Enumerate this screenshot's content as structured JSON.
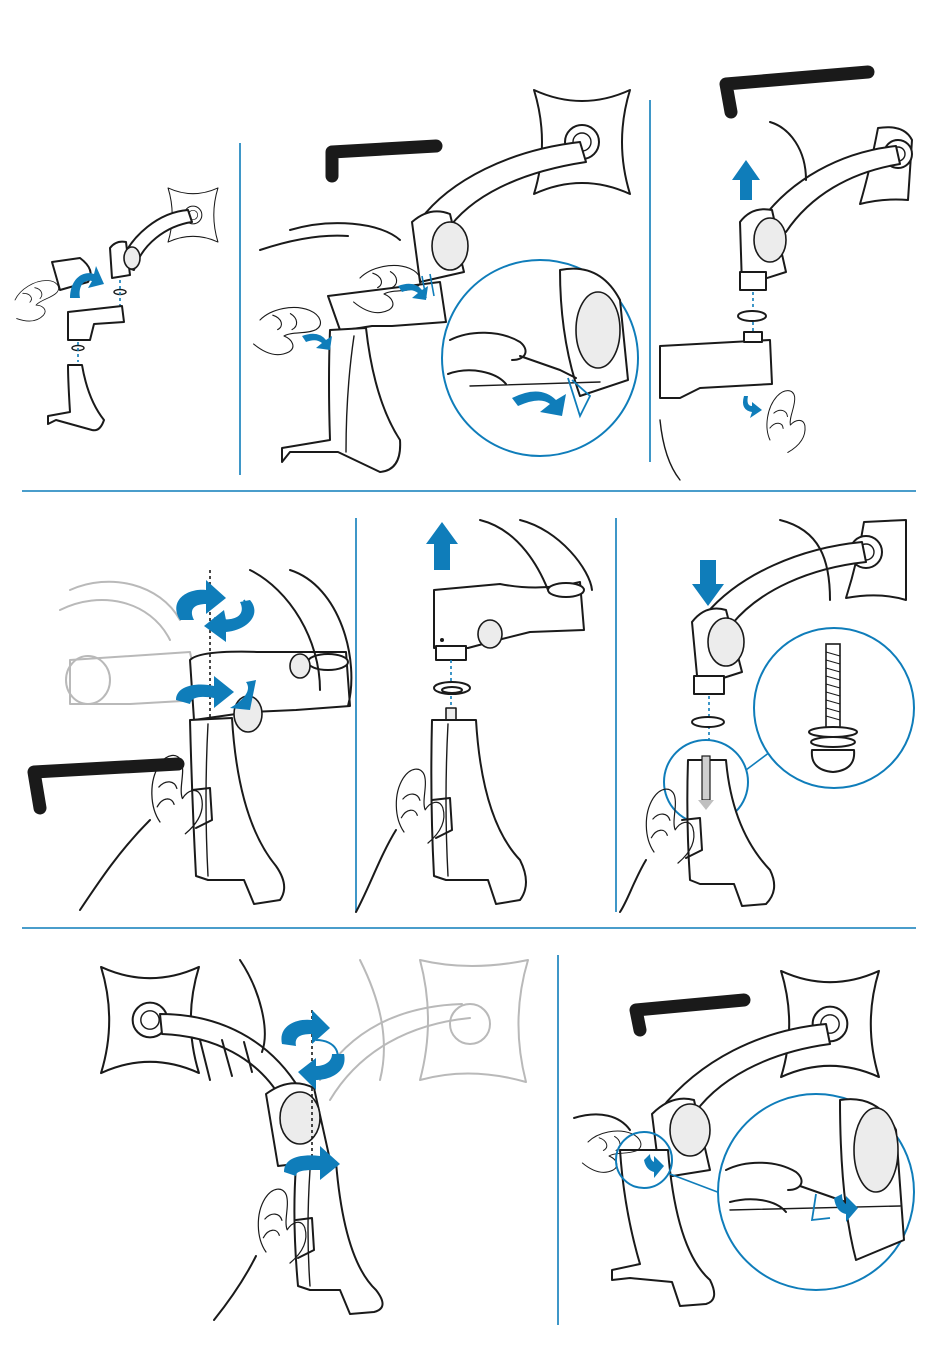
{
  "colors": {
    "accent": "#0f7dba",
    "divider": "#0f7dba",
    "line": "#1a1a1a",
    "ghost": "#b9b9b9"
  },
  "steps": [
    {
      "name": "overview-assembly",
      "icons": [
        "monitor-arm-icon",
        "rotate-arrow-icon",
        "washer-icon"
      ]
    },
    {
      "name": "loosen-screws",
      "icons": [
        "hex-key-icon",
        "loosen-arrow-icon",
        "zoom-circle-icon"
      ]
    },
    {
      "name": "lift-arm-off",
      "icons": [
        "hex-key-icon",
        "up-arrow-icon",
        "washer-icon"
      ]
    },
    {
      "name": "rotate-collar",
      "icons": [
        "hex-key-icon",
        "rotate-arrow-icon"
      ]
    },
    {
      "name": "lift-collar-off",
      "icons": [
        "up-arrow-icon",
        "washer-icon"
      ]
    },
    {
      "name": "lower-arm-on",
      "icons": [
        "down-arrow-icon",
        "washer-icon",
        "bolt-detail-icon"
      ]
    },
    {
      "name": "rotate-arm",
      "icons": [
        "rotate-arrow-icon"
      ]
    },
    {
      "name": "tighten-screw",
      "icons": [
        "hex-key-icon",
        "tighten-arrow-icon",
        "zoom-circle-icon"
      ]
    }
  ]
}
